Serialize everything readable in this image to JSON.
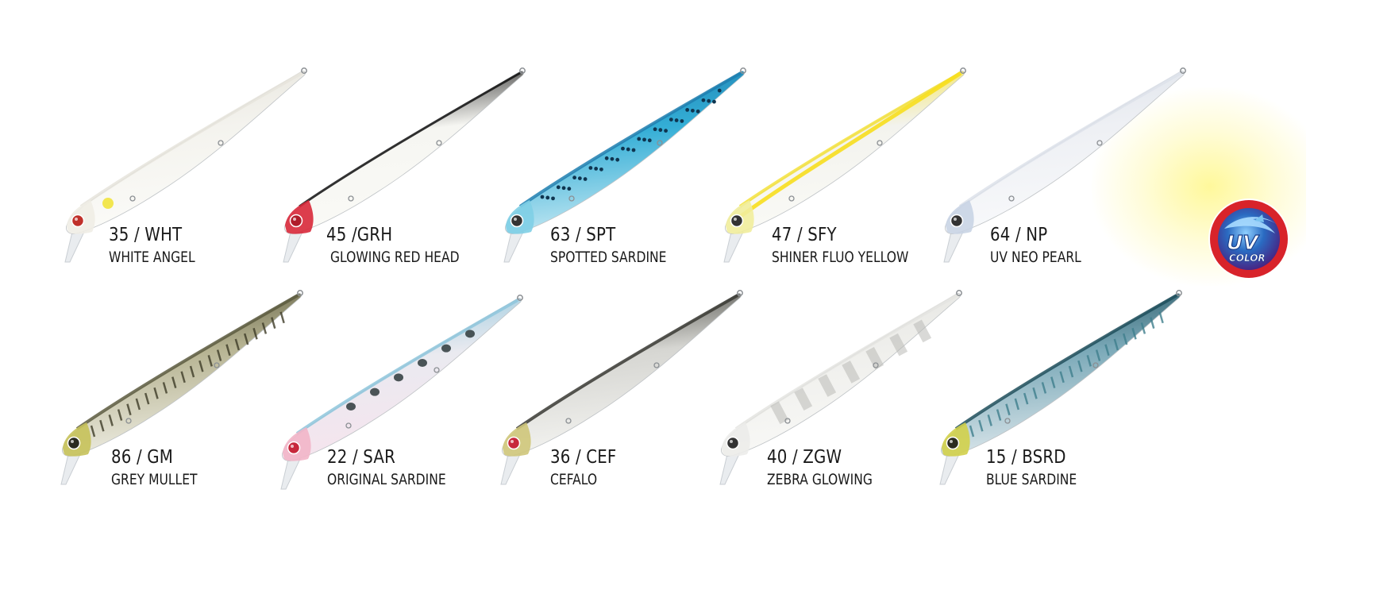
{
  "lures": [
    {
      "code": "35 / WHT",
      "name": "WHITE ANGEL",
      "colors": {
        "body": "#f4f3ee",
        "back": "#e6e4dc",
        "belly": "#fbfbf8",
        "head": "#efede6",
        "eye": "#c0302a",
        "accent": "#f2e650"
      }
    },
    {
      "code": "45 /GRH",
      "name": "GLOWING RED HEAD",
      "colors": {
        "body": "#f6f6f2",
        "back": "#111111",
        "belly": "#fafaf6",
        "head": "#d8283a",
        "eye": "#b01c2a",
        "accent": "#e8394c"
      }
    },
    {
      "code": "63 / SPT",
      "name": "SPOTTED SARDINE",
      "colors": {
        "body": "#34aed6",
        "back": "#1d7fb0",
        "belly": "#bfe6f2",
        "head": "#7fcfe6",
        "eye": "#333333",
        "accent": "#0f3550"
      }
    },
    {
      "code": "47 / SFY",
      "name": "SHINER FLUO YELLOW",
      "colors": {
        "body": "#f3f3ee",
        "back": "#f4e23a",
        "belly": "#fafaf6",
        "head": "#f1ed9c",
        "eye": "#333333",
        "accent": "#f7de1e"
      }
    },
    {
      "code": "64 / NP",
      "name": "UV NEO PEARL",
      "colors": {
        "body": "#eef0f4",
        "back": "#dde2ea",
        "belly": "#f8f9fb",
        "head": "#c9d4e4",
        "eye": "#333333",
        "accent": "#a8b8d2"
      }
    },
    {
      "code": "86 / GM",
      "name": "GREY MULLET",
      "colors": {
        "body": "#b7b493",
        "back": "#5c5a3e",
        "belly": "#ecebe0",
        "head": "#c7c25a",
        "eye": "#2b2b20",
        "accent": "#3e3c28"
      }
    },
    {
      "code": "22 / SAR",
      "name": "ORIGINAL SARDINE",
      "colors": {
        "body": "#eaeaf0",
        "back": "#8ec6dc",
        "belly": "#f6e4ee",
        "head": "#f2b5c8",
        "eye": "#c7273b",
        "accent": "#2e3a3c"
      }
    },
    {
      "code": "36 / CEF",
      "name": "CEFALO",
      "colors": {
        "body": "#d6d6d2",
        "back": "#3a3a34",
        "belly": "#f3f3f0",
        "head": "#cfc77a",
        "eye": "#c7273b",
        "accent": "#6d6d66"
      }
    },
    {
      "code": "40 / ZGW",
      "name": "ZEBRA GLOWING",
      "colors": {
        "body": "#efefec",
        "back": "#e4e4e0",
        "belly": "#f8f8f6",
        "head": "#ececea",
        "eye": "#333333",
        "accent": "#b9b9b6"
      }
    },
    {
      "code": "15 / BSRD",
      "name": "BLUE SARDINE",
      "colors": {
        "body": "#7ba9b8",
        "back": "#1f4f5c",
        "belly": "#d9e5ea",
        "head": "#d2d04a",
        "eye": "#2b2b20",
        "accent": "#3f7f8d"
      }
    }
  ],
  "uv_badge": {
    "line1": "UV",
    "line2": "COLOR",
    "ring_color": "#d8232a",
    "inner_color": "#2a6bc2"
  }
}
